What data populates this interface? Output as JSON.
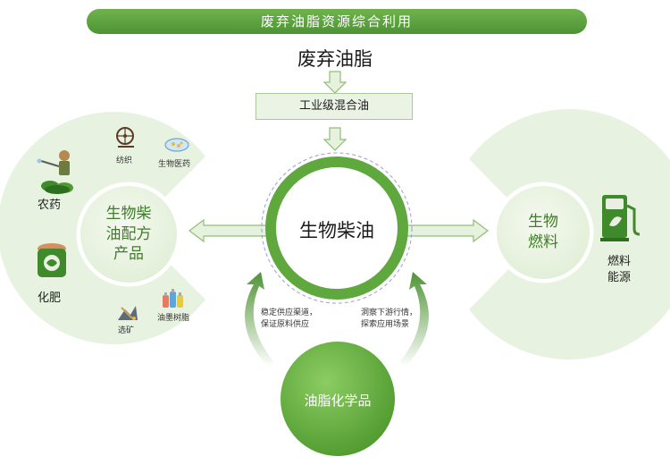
{
  "title": "废弃油脂资源综合利用",
  "top_node": "废弃油脂",
  "mix_node": "工业级混合油",
  "center_node": "生物柴油",
  "left_node": {
    "line1": "生物柴",
    "line2": "油配方",
    "line3": "产品"
  },
  "right_node": {
    "line1": "生物",
    "line2": "燃料"
  },
  "bottom_node": "油脂化学品",
  "left_items": {
    "textile": "纺织",
    "medicine": "生物医药",
    "pesticide": "农药",
    "fertilizer": "化肥",
    "mining": "选矿",
    "ink": "油墨树脂"
  },
  "right_label": {
    "line1": "燃料",
    "line2": "能源"
  },
  "left_note": {
    "line1": "稳定供应渠道，",
    "line2": "保证原料供应"
  },
  "right_note": {
    "line1": "洞察下游行情，",
    "line2": "探索应用场景"
  },
  "colors": {
    "green_dark": "#4e9334",
    "green_light": "#e8f2e0",
    "arrow_fill": "#e6f1de",
    "arrow_stroke": "#8fbf74"
  }
}
